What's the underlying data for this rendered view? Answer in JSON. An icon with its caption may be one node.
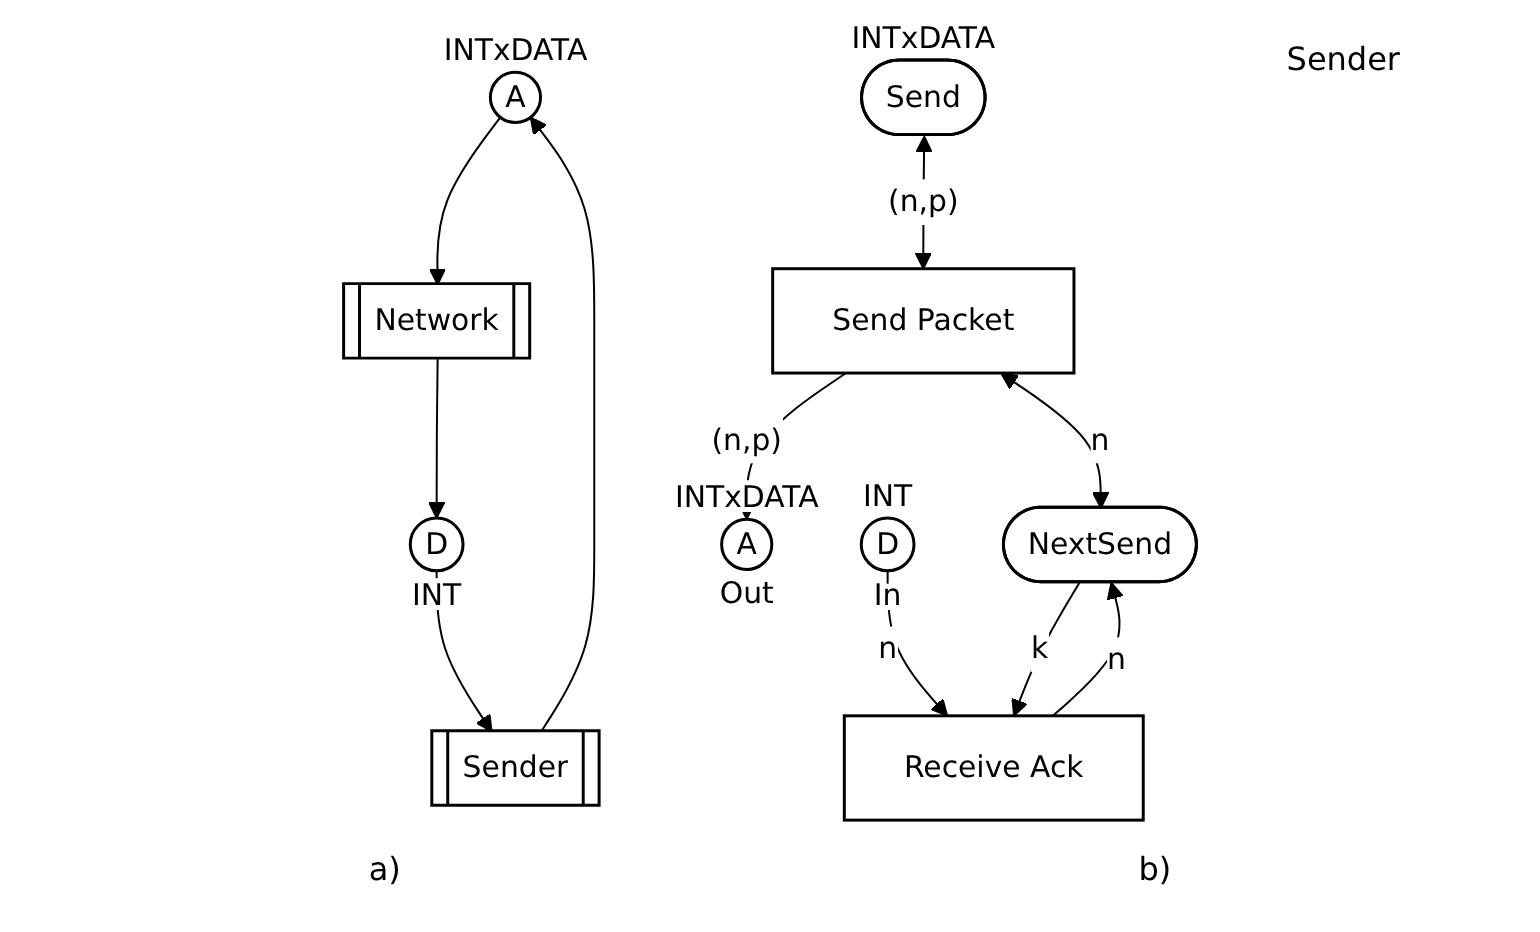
{
  "diagram": {
    "nodes": [
      {
        "text": [
          "A"
        ],
        "beside": [
          "INTxDATA"
        ]
      },
      {
        "text": [
          "Sender"
        ]
      },
      {
        "text": [
          "Network"
        ]
      },
      {
        "text": [
          "D"
        ],
        "beside": [
          "INT"
        ]
      },
      {
        "text": [
          "Send"
        ],
        "beside": [
          "INTxDATA"
        ]
      },
      {
        "text": [
          "Send Packet"
        ]
      },
      {
        "text": [
          "A"
        ],
        "beside": [
          "INTxDATA",
          "Out"
        ]
      },
      {
        "text": [
          "NextSend"
        ]
      },
      {
        "text": [
          "Receive Ack"
        ]
      },
      {
        "text": [
          "D"
        ],
        "beside": [
          "INT",
          "In"
        ]
      }
    ],
    "edges": [
      {
        "from": 1,
        "to": 0,
        "arrow": "to"
      },
      {
        "from": 0,
        "to": 2,
        "arrow": "to"
      },
      {
        "from": 2,
        "to": 3,
        "arrow": "to"
      },
      {
        "from": 3,
        "to": 1,
        "arrow": "to"
      },
      {
        "from": 4,
        "to": 5,
        "arrow": "both",
        "label": "(n,p)"
      },
      {
        "from": 5,
        "to": 6,
        "arrow": "to",
        "label": "(n,p)"
      },
      {
        "from": 5,
        "to": 7,
        "arrow": "both",
        "label": "n"
      },
      {
        "from": 7,
        "to": 8,
        "arrow": "to",
        "label": "k"
      },
      {
        "from": 8,
        "to": 7,
        "arrow": "to",
        "label": "n"
      },
      {
        "from": 9,
        "to": 8,
        "arrow": "to",
        "label": "n"
      }
    ],
    "labels": [
      "Sender",
      "a)",
      "b)"
    ]
  }
}
